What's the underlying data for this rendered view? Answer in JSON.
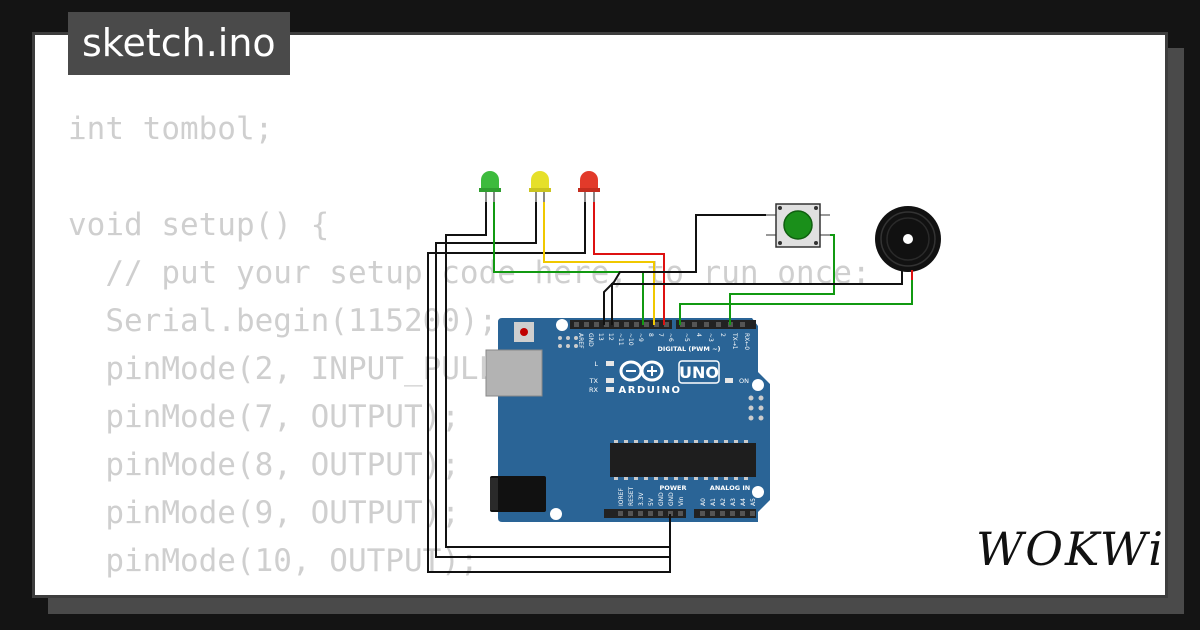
{
  "title": "sketch.ino",
  "code_lines": [
    "int tombol;",
    "",
    "void setup() {",
    "  // put your setup code here, to run once:",
    "  Serial.begin(115200);",
    "  pinMode(2, INPUT_PULLUP);",
    "  pinMode(7, OUTPUT);",
    "  pinMode(8, OUTPUT);",
    "  pinMode(9, OUTPUT);",
    "  pinMode(10, OUTPUT);",
    "}"
  ],
  "board": {
    "brand": "ARDUINO",
    "model": "UNO",
    "digital_label": "DIGITAL (PWM ~)",
    "power_label": "POWER",
    "analog_label": "ANALOG IN",
    "led_labels": [
      "L",
      "TX",
      "RX"
    ],
    "on_label": "ON",
    "digital_pins": [
      "AREF",
      "GND",
      "13",
      "12",
      "~11",
      "~10",
      "~9",
      "8",
      "7",
      "~6",
      "~5",
      "4",
      "~3",
      "2",
      "TX→1",
      "RX←0"
    ],
    "power_pins": [
      "IOREF",
      "RESET",
      "3.3V",
      "5V",
      "GND",
      "GND",
      "Vin"
    ],
    "analog_pins": [
      "A0",
      "A1",
      "A2",
      "A3",
      "A4",
      "A5"
    ]
  },
  "logo": "WOKWi",
  "colors": {
    "board": "#2a6496",
    "led_green": "#3dbb3d",
    "led_yellow": "#e6e02a",
    "led_red": "#e23a2a",
    "button_cap": "#1a8f1a",
    "wire_green": "#119911",
    "wire_red": "#dd1111",
    "wire_yellow": "#f0c800",
    "wire_black": "#111111"
  }
}
